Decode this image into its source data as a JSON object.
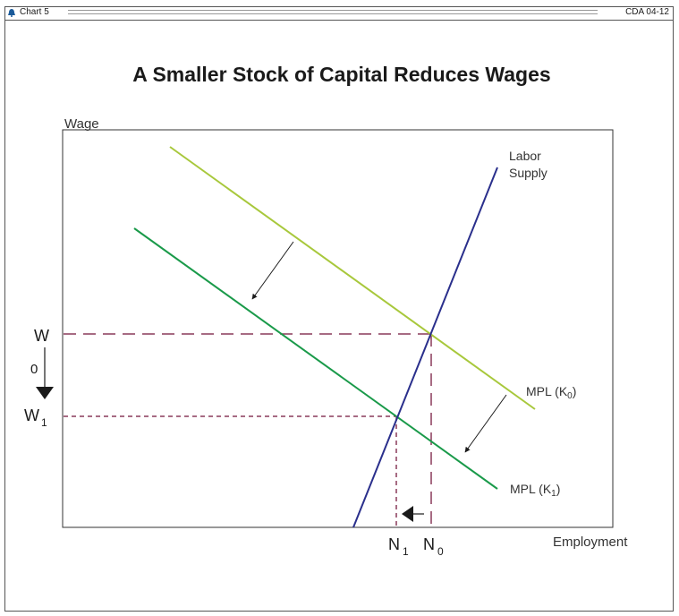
{
  "header": {
    "chart_label": "Chart 5",
    "code": "CDA 04-12",
    "icon": "bell-icon"
  },
  "diagram": {
    "title": "A Smaller Stock of Capital Reduces Wages",
    "y_axis_label": "Wage",
    "x_axis_label": "Employment",
    "supply_label_line1": "Labor",
    "supply_label_line2": "Supply",
    "w0_label": "W",
    "w0_sub": "0",
    "w1_label": "W",
    "w1_sub": "1",
    "n1_label": "N",
    "n1_sub": "1",
    "n0_label": "N",
    "n0_sub": "0",
    "mpl_k0_label": "MPL (K",
    "mpl_k0_sub": "0",
    "mpl_k0_close": ")",
    "mpl_k1_label": "MPL (K",
    "mpl_k1_sub": "1",
    "mpl_k1_close": ")"
  },
  "colors": {
    "mpl_k0": "#a8c83c",
    "mpl_k1": "#1a9a4a",
    "labor_supply": "#2a2f8c",
    "guide_lines": "#8a3a5a",
    "axis_box": "#333333"
  }
}
